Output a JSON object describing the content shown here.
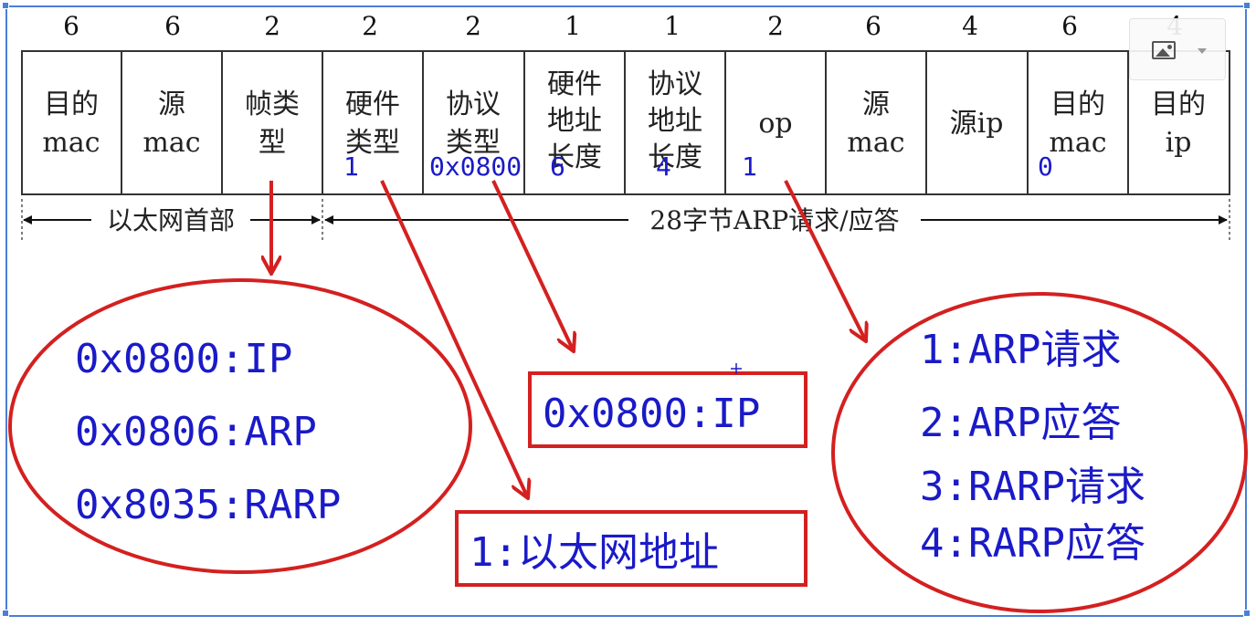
{
  "byte_counts": [
    "6",
    "6",
    "2",
    "2",
    "2",
    "1",
    "1",
    "2",
    "6",
    "4",
    "6",
    "4"
  ],
  "fields": [
    [
      "目的",
      "mac"
    ],
    [
      "源",
      "mac"
    ],
    [
      "帧类",
      "型"
    ],
    [
      "硬件",
      "类型"
    ],
    [
      "协议",
      "类型"
    ],
    [
      "硬件",
      "地址",
      "长度"
    ],
    [
      "协议",
      "地址",
      "长度"
    ],
    [
      "op"
    ],
    [
      "源",
      "mac"
    ],
    [
      "源ip"
    ],
    [
      "目的",
      "mac"
    ],
    [
      "目的",
      "ip"
    ]
  ],
  "overlay_values": [
    "1",
    "0x0800",
    "6",
    "4",
    "1",
    "0"
  ],
  "spans": {
    "ethernet_header": "以太网首部",
    "arp_body": "28字节ARP请求/应答"
  },
  "frame_type_values": [
    "0x0800:IP",
    "0x0806:ARP",
    "0x8035:RARP"
  ],
  "protocol_type_value": "0x0800:IP",
  "hardware_type_value": "1:以太网地址",
  "op_values": [
    "1:ARP请求",
    "2:ARP应答",
    "3:RARP请求",
    "4:RARP应答"
  ],
  "colors": {
    "annotation_red": "#d42020",
    "annotation_blue": "#1a1ac8",
    "selection_border": "#4a7fd6"
  },
  "image_widget_icon": "image-icon"
}
